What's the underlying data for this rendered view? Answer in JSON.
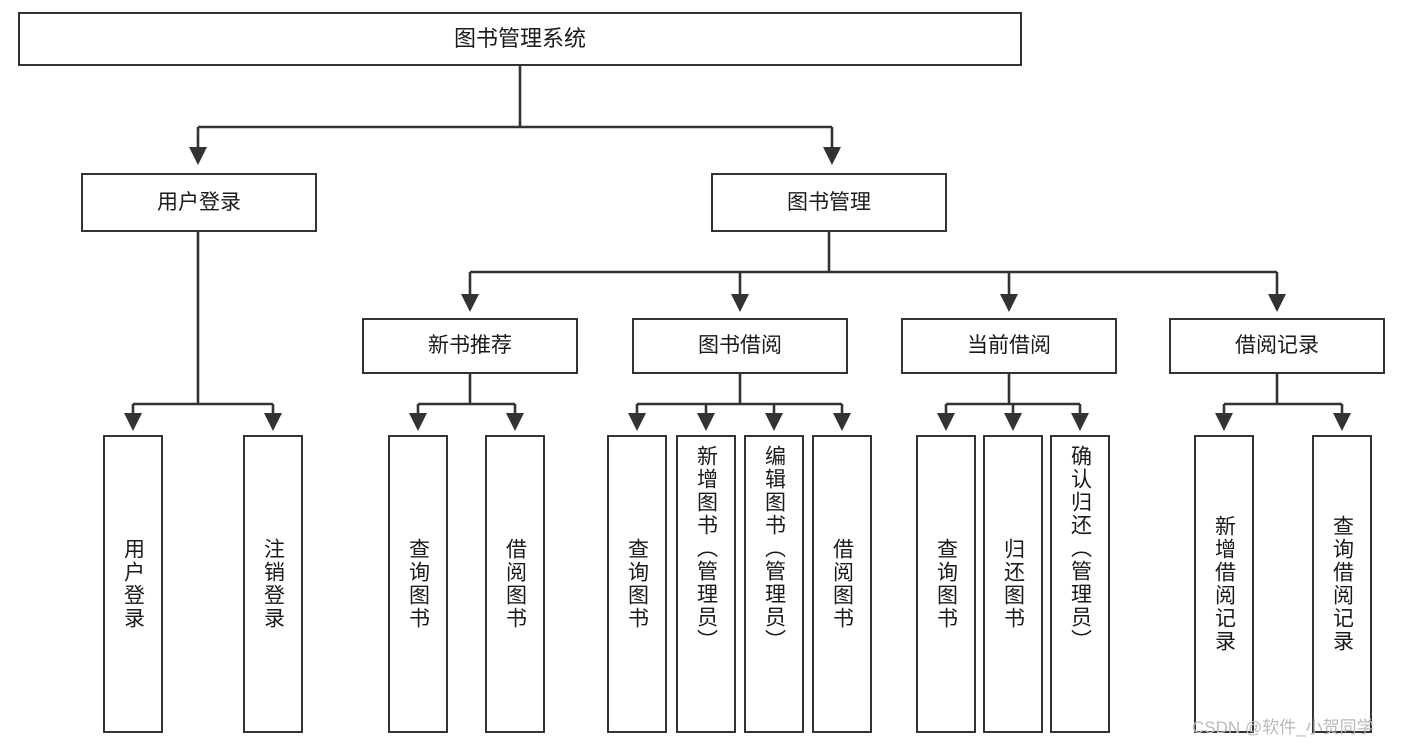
{
  "diagram": {
    "type": "tree",
    "title": "图书管理系统",
    "colors": {
      "background": "#ffffff",
      "box_border": "#333333",
      "box_fill": "#ffffff",
      "edge": "#333333",
      "text": "#1a1a1a",
      "watermark": "#b9b9b9"
    },
    "root": {
      "label": "图书管理系统"
    },
    "level1": [
      {
        "label": "用户登录"
      },
      {
        "label": "图书管理"
      }
    ],
    "level2": [
      {
        "label": "新书推荐"
      },
      {
        "label": "图书借阅"
      },
      {
        "label": "当前借阅"
      },
      {
        "label": "借阅记录"
      }
    ],
    "leaves": {
      "user_login": [
        {
          "label": "用户登录"
        },
        {
          "label": "注销登录"
        }
      ],
      "new_book_recommend": [
        {
          "label": "查询图书"
        },
        {
          "label": "借阅图书"
        }
      ],
      "book_borrow": [
        {
          "label": "查询图书"
        },
        {
          "label": "新增图书（管理员）"
        },
        {
          "label": "编辑图书（管理员）"
        },
        {
          "label": "借阅图书"
        }
      ],
      "current_borrow": [
        {
          "label": "查询图书"
        },
        {
          "label": "归还图书"
        },
        {
          "label": "确认归还（管理员）"
        }
      ],
      "borrow_record": [
        {
          "label": "新增借阅记录"
        },
        {
          "label": "查询借阅记录"
        }
      ]
    }
  },
  "watermark": {
    "text": "CSDN @软件_小贺同学"
  }
}
